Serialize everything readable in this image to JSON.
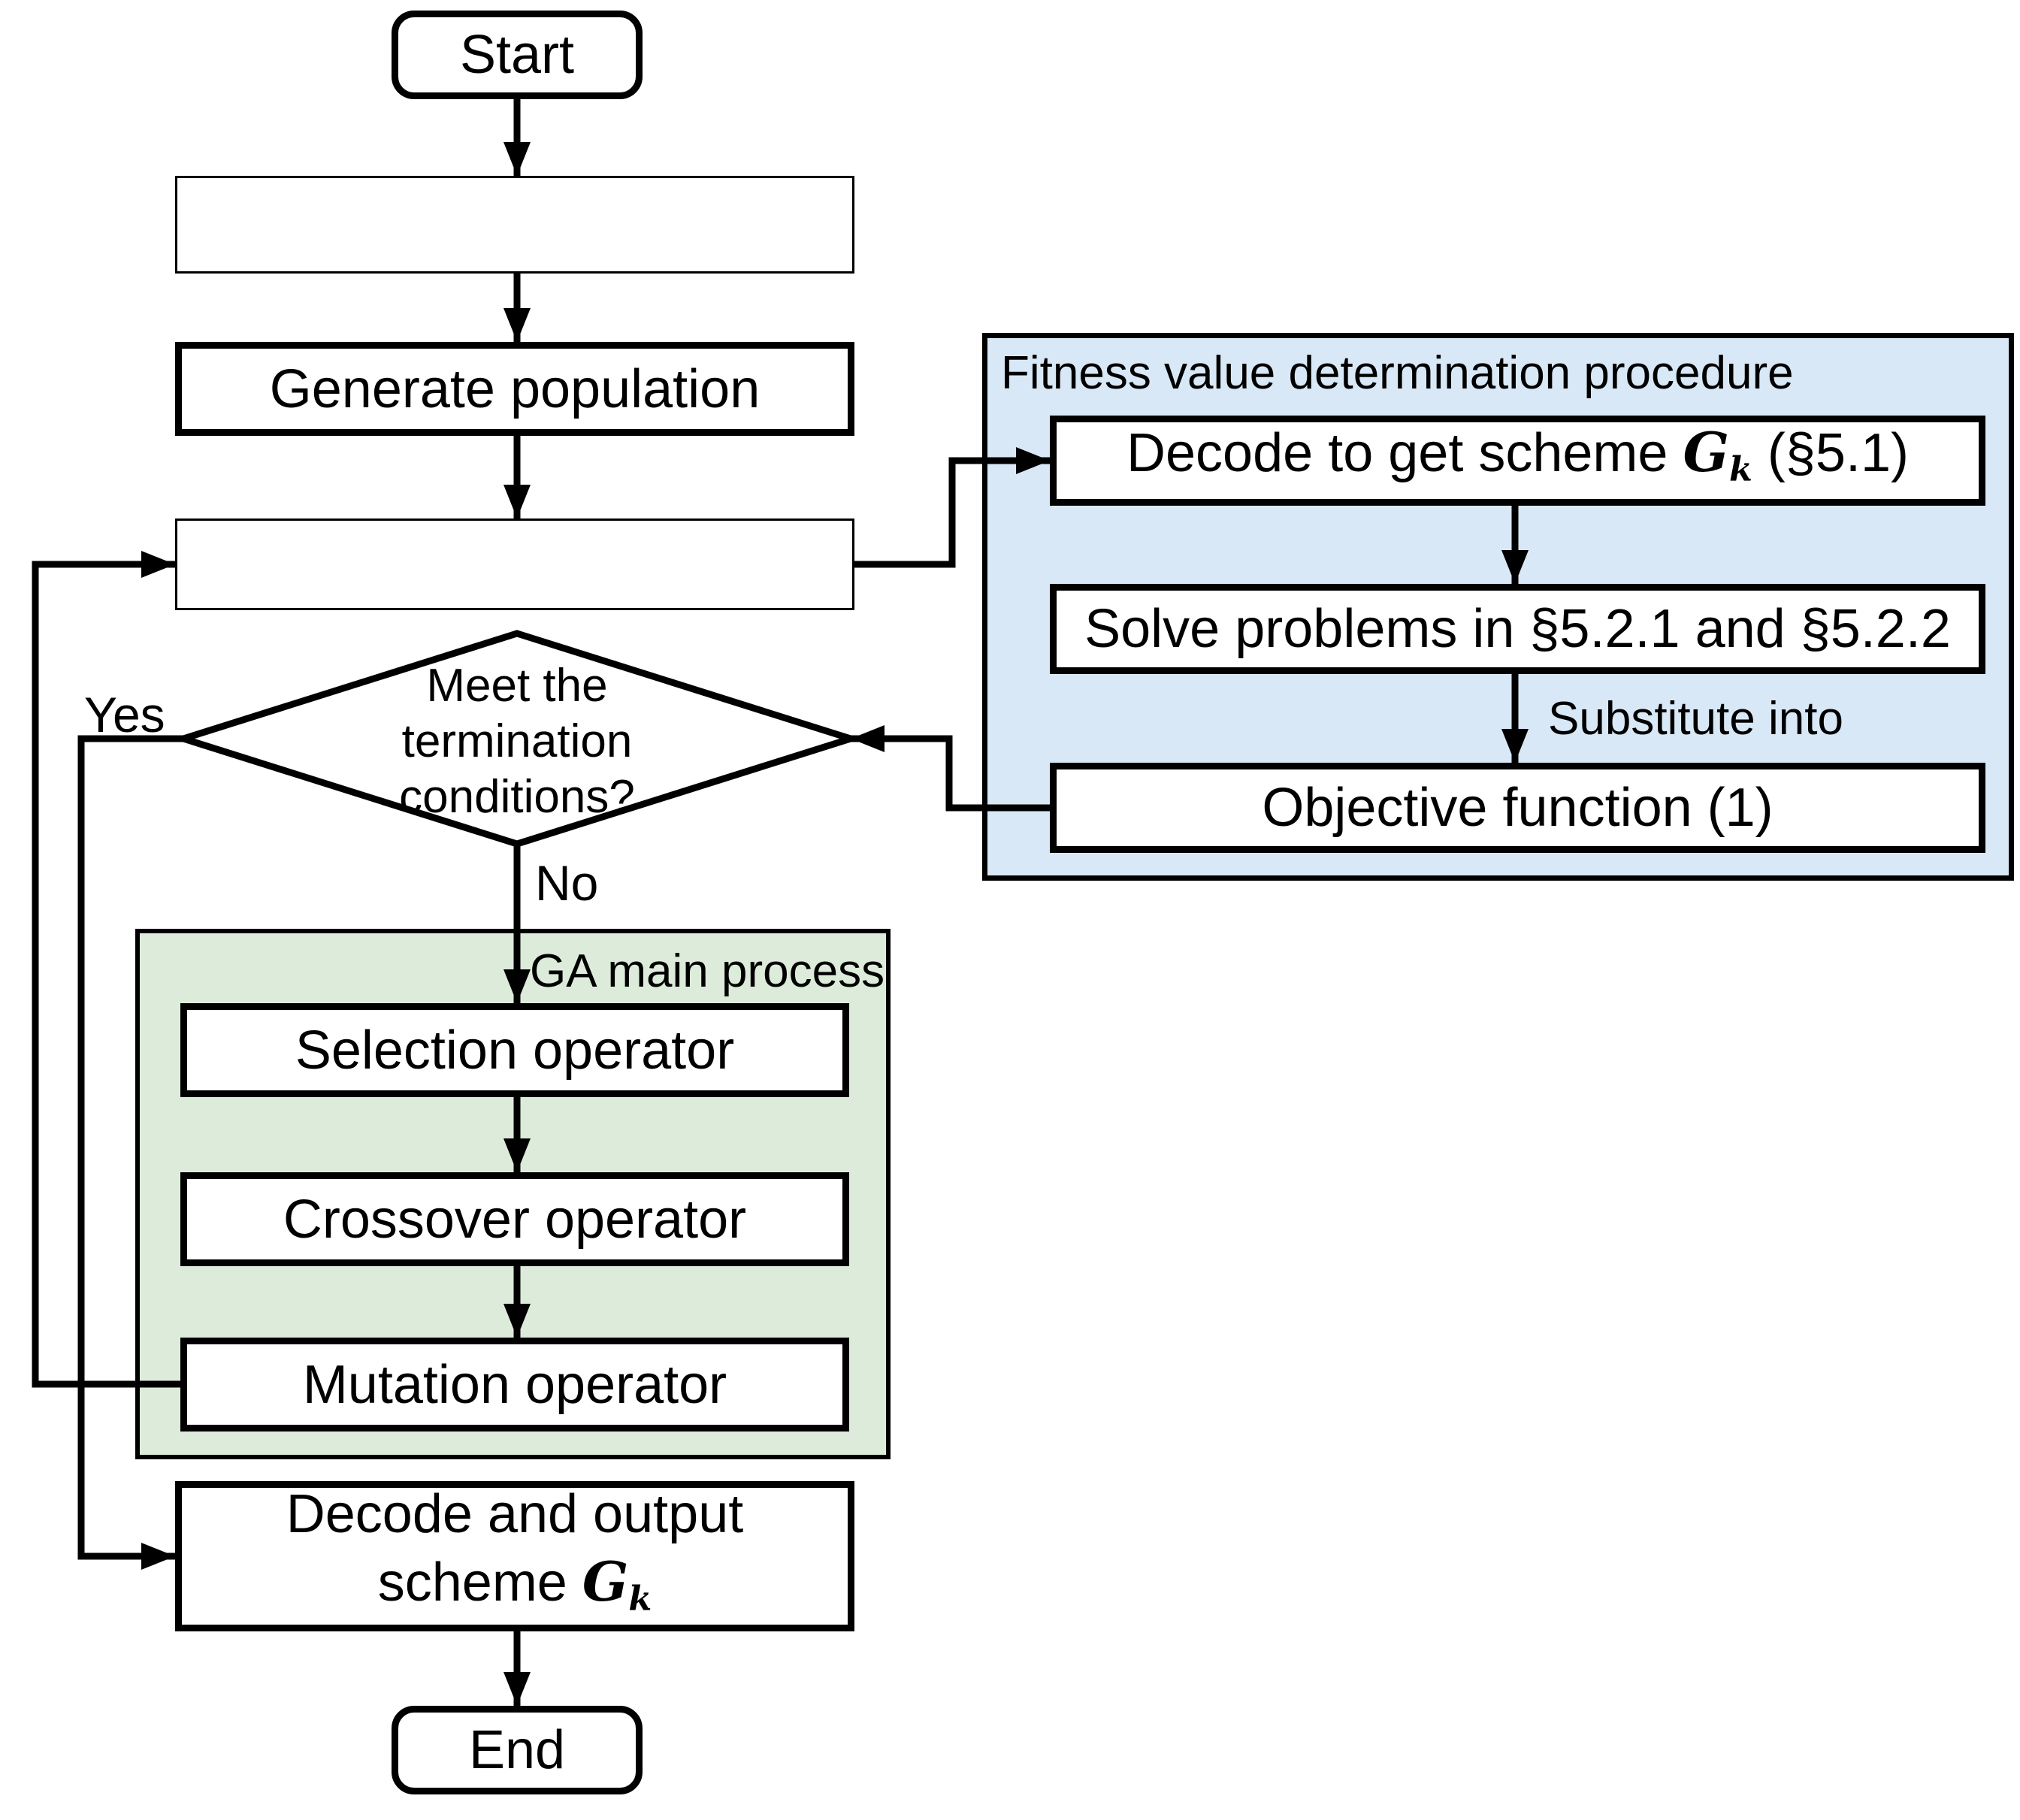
{
  "colors": {
    "line": "#000000",
    "node_fill": "#ffffff",
    "fitness_panel_fill": "#d9e8f6",
    "ga_panel_fill": "#ddecda"
  },
  "nodes": {
    "start": {
      "label": "Start"
    },
    "blank_step_1": {
      "label": ""
    },
    "generate_population": {
      "label": "Generate population"
    },
    "blank_step_2": {
      "label": ""
    },
    "decision": {
      "line1": "Meet the",
      "line2": "termination",
      "line3": "conditions?"
    },
    "selection": {
      "label": "Selection operator"
    },
    "crossover": {
      "label": "Crossover operator"
    },
    "mutation": {
      "label": "Mutation operator"
    },
    "decode_output": {
      "line1": "Decode and output",
      "line2_prefix": "scheme ",
      "gk_base": "G",
      "gk_sub": "k"
    },
    "end": {
      "label": "End"
    }
  },
  "fitness_panel": {
    "title": "Fitness value determination procedure",
    "decode": {
      "prefix": "Decode to get scheme ",
      "gk_base": "G",
      "gk_sub": "k",
      "suffix": " (§5.1)"
    },
    "solve": {
      "label": "Solve problems in §5.2.1 and §5.2.2"
    },
    "substitute_label": "Substitute into",
    "objective": {
      "label": "Objective function (1)"
    }
  },
  "ga_panel": {
    "title": "GA main process"
  },
  "edge_labels": {
    "yes": "Yes",
    "no": "No"
  }
}
